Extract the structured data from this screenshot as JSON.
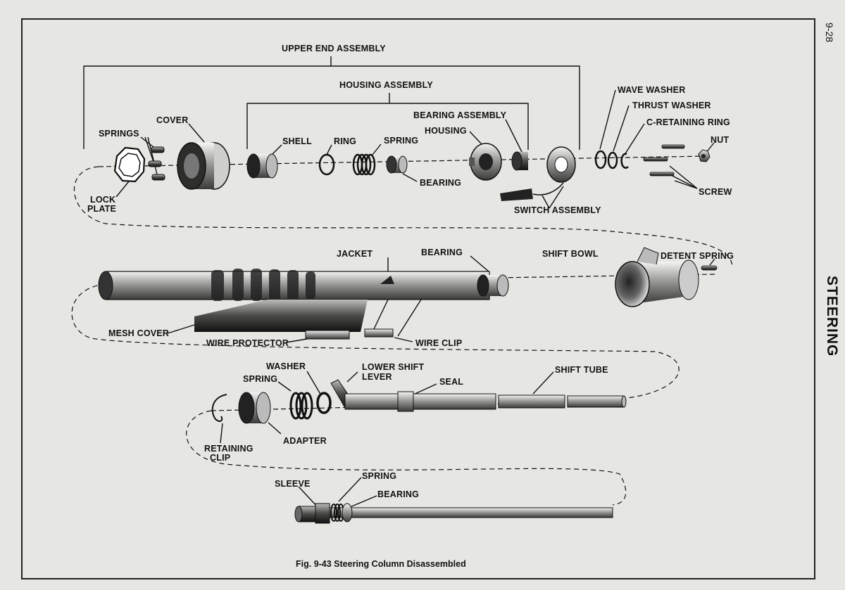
{
  "page_number": "9-28",
  "section_title": "STEERING",
  "caption": "Fig. 9-43   Steering Column Disassembled",
  "labels": {
    "upper_end_assembly": "UPPER END ASSEMBLY",
    "housing_assembly": "HOUSING ASSEMBLY",
    "wave_washer": "WAVE WASHER",
    "thrust_washer": "THRUST WASHER",
    "c_retaining_ring": "C-RETAINING RING",
    "nut": "NUT",
    "screw": "SCREW",
    "switch_assembly": "SWITCH ASSEMBLY",
    "bearing_assembly": "BEARING ASSEMBLY",
    "housing": "HOUSING",
    "bearing_upper": "BEARING",
    "spring_upper": "SPRING",
    "ring": "RING",
    "shell": "SHELL",
    "cover": "COVER",
    "springs": "SPRINGS",
    "lock_plate_1": "LOCK",
    "lock_plate_2": "PLATE",
    "jacket": "JACKET",
    "bearing_jacket": "BEARING",
    "shift_bowl": "SHIFT BOWL",
    "detent_spring": "DETENT SPRING",
    "mesh_cover": "MESH COVER",
    "wire_protector": "WIRE PROTECTOR",
    "wire_clip": "WIRE CLIP",
    "washer": "WASHER",
    "lower_shift_lever_1": "LOWER SHIFT",
    "lower_shift_lever_2": "LEVER",
    "seal": "SEAL",
    "shift_tube": "SHIFT TUBE",
    "spring_lower": "SPRING",
    "adapter": "ADAPTER",
    "retaining_clip_1": "RETAINING",
    "retaining_clip_2": "CLIP",
    "sleeve": "SLEEVE",
    "spring_shaft": "SPRING",
    "bearing_shaft": "BEARING"
  }
}
